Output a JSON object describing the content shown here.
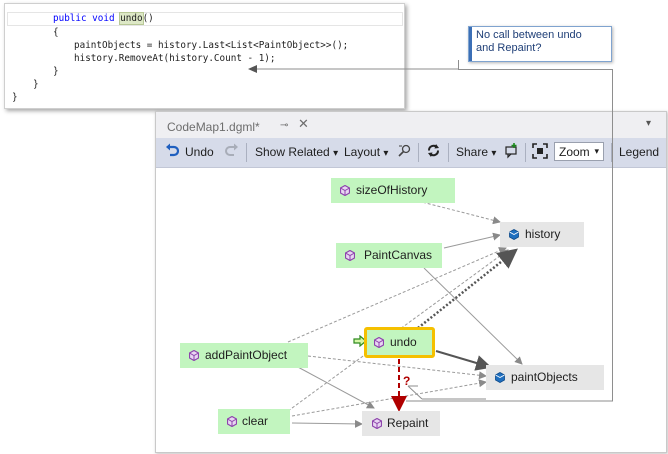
{
  "code": {
    "lines": [
      "public void ",
      "undo",
      "()",
      "{",
      "paintObjects = history.Last<List<PaintObject>>();",
      "history.RemoveAt(history.Count - 1);",
      "}",
      "}",
      "}"
    ]
  },
  "callout": {
    "line1": "No call between undo",
    "line2": "and Repaint?"
  },
  "tab": {
    "title": "CodeMap1.dgml*",
    "pin": "⊸",
    "close": "✕",
    "overflow": "▾"
  },
  "toolbar": {
    "undo": "Undo",
    "show_related": "Show Related",
    "layout": "Layout",
    "share": "Share",
    "zoom": "Zoom",
    "legend": "Legend",
    "dropdown": "▾"
  },
  "graph": {
    "nodes": {
      "sizeOfHistory": "sizeOfHistory",
      "history": "history",
      "PaintCanvas": "PaintCanvas",
      "undo": "undo",
      "addPaintObject": "addPaintObject",
      "paintObjects": "paintObjects",
      "clear": "clear",
      "Repaint": "Repaint"
    },
    "question_mark": "?"
  },
  "colors": {
    "green_node": "#c2f5bf",
    "gray_node": "#e6e6e6",
    "selected_border": "#f5c000",
    "method_icon": "#8e44ad",
    "field_icon": "#1f6fbf",
    "missing_call": "#b00000",
    "callout_border": "#3b6fb6"
  }
}
